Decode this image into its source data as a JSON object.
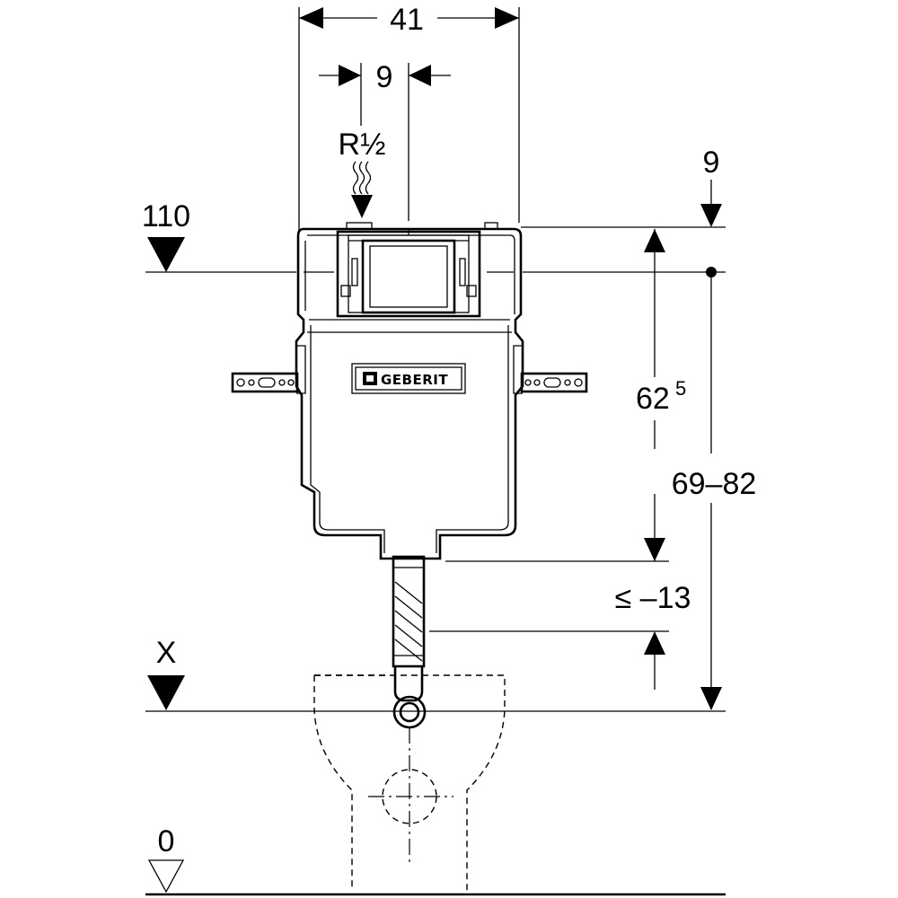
{
  "diagram": {
    "brand_logo": "GEBERIT",
    "dimensions": {
      "overall_width": "41",
      "inlet_offset": "9",
      "inlet_label": "R½",
      "top_offset": "9",
      "top_level": "110",
      "height_main": "62",
      "height_main_sup": "5",
      "height_range": "69–82",
      "flush_pipe_offset": "≤ –13",
      "connection_level": "X",
      "floor_level": "0"
    },
    "icons": [
      "water-supply-icon",
      "level-marker-icon"
    ]
  }
}
